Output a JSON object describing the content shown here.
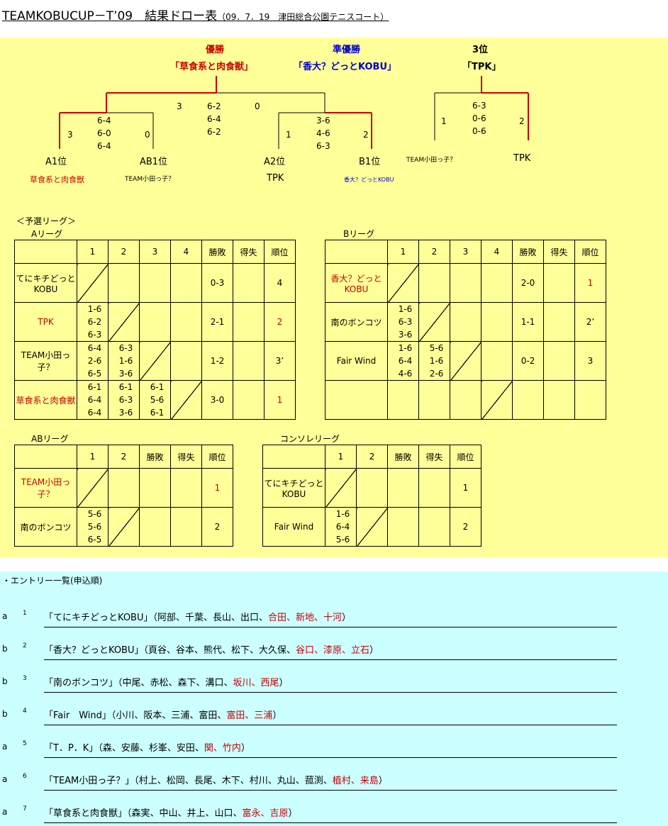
{
  "title": {
    "main": "TEAMKOBUCUP－T’09　結果ドロー表",
    "sub": "（09．7．19　津田総合公園テニスコート）"
  },
  "podium": {
    "winner_label": "優勝",
    "winner_team": "「草食系と肉食獣」",
    "runner_label": "準優勝",
    "runner_team": "「香大？どっとKOBU」",
    "third_label": "3位",
    "third_team": "「TPK」"
  },
  "draw": {
    "final": {
      "left_sets": "3",
      "right_sets": "0",
      "games": [
        "6-2",
        "6-4",
        "6-2"
      ]
    },
    "semi_left": {
      "left_sets": "3",
      "right_sets": "0",
      "games": [
        "6-4",
        "6-0",
        "6-4"
      ],
      "left_pos": "A1位",
      "right_pos": "AB1位",
      "left_team": "草食系と肉食獣",
      "right_team": "TEAM小田っ子？"
    },
    "semi_right": {
      "left_sets": "1",
      "right_sets": "2",
      "games": [
        "3-6",
        "4-6",
        "6-3"
      ],
      "left_pos": "A2位",
      "right_pos": "B1位",
      "left_team": "TPK",
      "right_team": "香大？どっとKOBU"
    },
    "third_place": {
      "left_sets": "1",
      "right_sets": "2",
      "games": [
        "6-3",
        "0-6",
        "0-6"
      ],
      "left_team": "TEAM小田っ子？",
      "right_team": "TPK"
    }
  },
  "prelim": {
    "heading": "＜予選リーグ＞",
    "headers": {
      "win_loss": "勝敗",
      "points": "得失",
      "rank": "順位"
    },
    "a_league": {
      "label": "Aリーグ",
      "cols": [
        "1",
        "2",
        "3",
        "4"
      ],
      "rows": [
        {
          "team": "てにキチどっとKOBU",
          "cells": [
            "",
            "",
            "",
            ""
          ],
          "record": "0-3",
          "points": "",
          "rank": "4"
        },
        {
          "team": "TPK",
          "cells": [
            "1-6\n6-2\n6-3",
            "",
            "",
            ""
          ],
          "record": "2-1",
          "points": "",
          "rank": "2"
        },
        {
          "team": "TEAM小田っ子？",
          "cells": [
            "6-4\n2-6\n6-5",
            "6-3\n1-6\n3-6",
            "",
            ""
          ],
          "record": "1-2",
          "points": "",
          "rank": "3’"
        },
        {
          "team": "草食系と肉食獣",
          "cells": [
            "6-1\n6-4\n6-4",
            "6-1\n6-3\n3-6",
            "6-1\n5-6\n6-1",
            ""
          ],
          "record": "3-0",
          "points": "",
          "rank": "1"
        }
      ]
    },
    "b_league": {
      "label": "Bリーグ",
      "cols": [
        "1",
        "2",
        "3",
        "4"
      ],
      "rows": [
        {
          "team": "香大？どっとKOBU",
          "cells": [
            "",
            "",
            "",
            ""
          ],
          "record": "2-0",
          "points": "",
          "rank": "1"
        },
        {
          "team": "南のボンコツ",
          "cells": [
            "1-6\n6-3\n3-6",
            "",
            "",
            ""
          ],
          "record": "1-1",
          "points": "",
          "rank": "2’"
        },
        {
          "team": "Fair Wind",
          "cells": [
            "1-6\n6-4\n4-6",
            "5-6\n1-6\n2-6",
            "",
            ""
          ],
          "record": "0-2",
          "points": "",
          "rank": "3"
        },
        {
          "team": "",
          "cells": [
            "",
            "",
            "",
            ""
          ],
          "record": "",
          "points": "",
          "rank": ""
        }
      ]
    },
    "ab_league": {
      "label": "ABリーグ",
      "cols": [
        "1",
        "2"
      ],
      "rows": [
        {
          "team": "TEAM小田っ子？",
          "cells": [
            "",
            ""
          ],
          "record": "",
          "points": "",
          "rank": "1"
        },
        {
          "team": "南のボンコツ",
          "cells": [
            "5-6\n5-6\n6-5",
            ""
          ],
          "record": "",
          "points": "",
          "rank": "2"
        }
      ]
    },
    "consolation": {
      "label": "コンソレリーグ",
      "cols": [
        "1",
        "2"
      ],
      "rows": [
        {
          "team": "てにキチどっとKOBU",
          "cells": [
            "",
            ""
          ],
          "record": "",
          "points": "",
          "rank": "1"
        },
        {
          "team": "Fair Wind",
          "cells": [
            "1-6\n6-4\n5-6",
            ""
          ],
          "record": "",
          "points": "",
          "rank": "2"
        }
      ]
    }
  },
  "entries": {
    "heading": "・エントリー一覧(申込順)",
    "items": [
      {
        "letter": "a",
        "no": "1",
        "team": "「てにキチどっとKOBU」",
        "members": "（阿部、千葉、長山、出口、",
        "highlight": "合田、新地、十河",
        "close": "）"
      },
      {
        "letter": "b",
        "no": "2",
        "team": "「香大？どっとKOBU」",
        "members": "（頁谷、谷本、熊代、松下、大久保、",
        "highlight": "谷口、漆原、立石",
        "close": "）"
      },
      {
        "letter": "b",
        "no": "3",
        "team": "「南のボンコツ」",
        "members": "（中尾、赤松、森下、溝口、",
        "highlight": "坂川、西尾",
        "close": "）"
      },
      {
        "letter": "b",
        "no": "4",
        "team": "「Fair　Wind」",
        "members": "（小川、阪本、三浦、富田、",
        "highlight": "富田、三浦",
        "close": "）"
      },
      {
        "letter": "a",
        "no": "5",
        "team": "「T．P．K」",
        "members": "（森、安藤、杉峯、安田、",
        "highlight": "関、竹内",
        "close": "）"
      },
      {
        "letter": "a",
        "no": "6",
        "team": "「TEAM小田っ子？」",
        "members": "（村上、松岡、長尾、木下、村川、丸山、菰渕、",
        "highlight": "植村、来島",
        "close": "）"
      },
      {
        "letter": "a",
        "no": "7",
        "team": "「草食系と肉食獣」",
        "members": "（森実、中山、井上、山口、",
        "highlight": "富永、吉原",
        "close": "）"
      }
    ]
  },
  "colors": {
    "winner_red": "#cc0000",
    "runner_blue": "#0000cc",
    "panel_yellow": "#ffff99",
    "panel_cyan": "#ccffff"
  }
}
